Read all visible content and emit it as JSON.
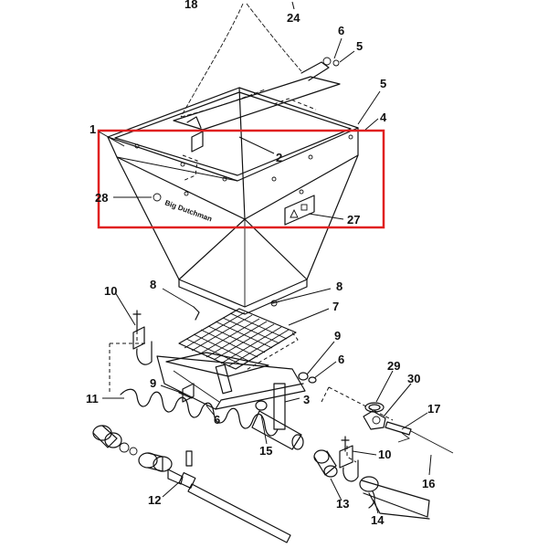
{
  "diagram": {
    "callouts": {
      "c18": "18",
      "c24": "24",
      "c6a": "6",
      "c5a": "5",
      "c5b": "5",
      "c4": "4",
      "c1": "1",
      "c2": "2",
      "c28": "28",
      "c27": "27",
      "c10a": "10",
      "c8a": "8",
      "c8b": "8",
      "c7": "7",
      "c9a": "9",
      "c6b": "6",
      "c9b": "9",
      "c11": "11",
      "c6c": "6",
      "c3": "3",
      "c29": "29",
      "c30": "30",
      "c17": "17",
      "c15": "15",
      "c10b": "10",
      "c13": "13",
      "c16": "16",
      "c12": "12",
      "c14": "14"
    },
    "hopper_label": "Big Dutchman",
    "highlight_color": "#e02020"
  }
}
